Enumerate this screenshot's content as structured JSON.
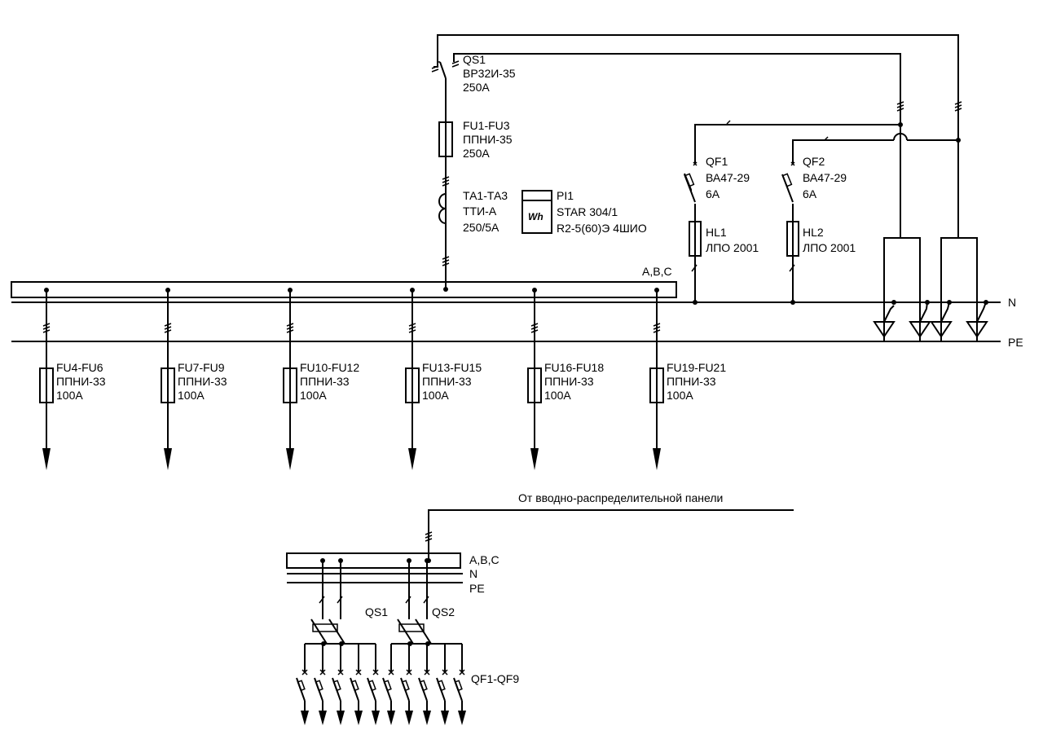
{
  "colors": {
    "line": "#000000",
    "background": "#ffffff"
  },
  "top": {
    "qs1": {
      "name": "QS1",
      "model": "ВР32И-35",
      "rating": "250А"
    },
    "fu_main": {
      "name": "FU1-FU3",
      "model": "ППНИ-35",
      "rating": "250А"
    },
    "ta": {
      "name": "ТА1-ТА3",
      "model": "ТТИ-А",
      "rating": "250/5А"
    },
    "meter": {
      "name": "PI1",
      "model": "STAR 304/1",
      "spec": "R2-5(60)Э 4ШИО",
      "symbol": "Wh"
    },
    "qf1": {
      "name": "QF1",
      "model": "ВА47-29",
      "rating": "6А"
    },
    "qf2": {
      "name": "QF2",
      "model": "ВА47-29",
      "rating": "6А"
    },
    "hl1": {
      "name": "HL1",
      "model": "ЛПО 2001"
    },
    "hl2": {
      "name": "HL2",
      "model": "ЛПО 2001"
    },
    "bus_label": "A,B,C",
    "n_label": "N",
    "pe_label": "PE",
    "feeders": [
      {
        "name": "FU4-FU6",
        "model": "ППНИ-33",
        "rating": "100А"
      },
      {
        "name": "FU7-FU9",
        "model": "ППНИ-33",
        "rating": "100А"
      },
      {
        "name": "FU10-FU12",
        "model": "ППНИ-33",
        "rating": "100А"
      },
      {
        "name": "FU13-FU15",
        "model": "ППНИ-33",
        "rating": "100А"
      },
      {
        "name": "FU16-FU18",
        "model": "ППНИ-33",
        "rating": "100А"
      },
      {
        "name": "FU19-FU21",
        "model": "ППНИ-33",
        "rating": "100А"
      }
    ]
  },
  "bottom": {
    "source_label": "От вводно-распределительной панели",
    "bus_label": "A,B,C",
    "n_label": "N",
    "pe_label": "PE",
    "qs1": "QS1",
    "qs2": "QS2",
    "qf_group": "QF1-QF9"
  }
}
